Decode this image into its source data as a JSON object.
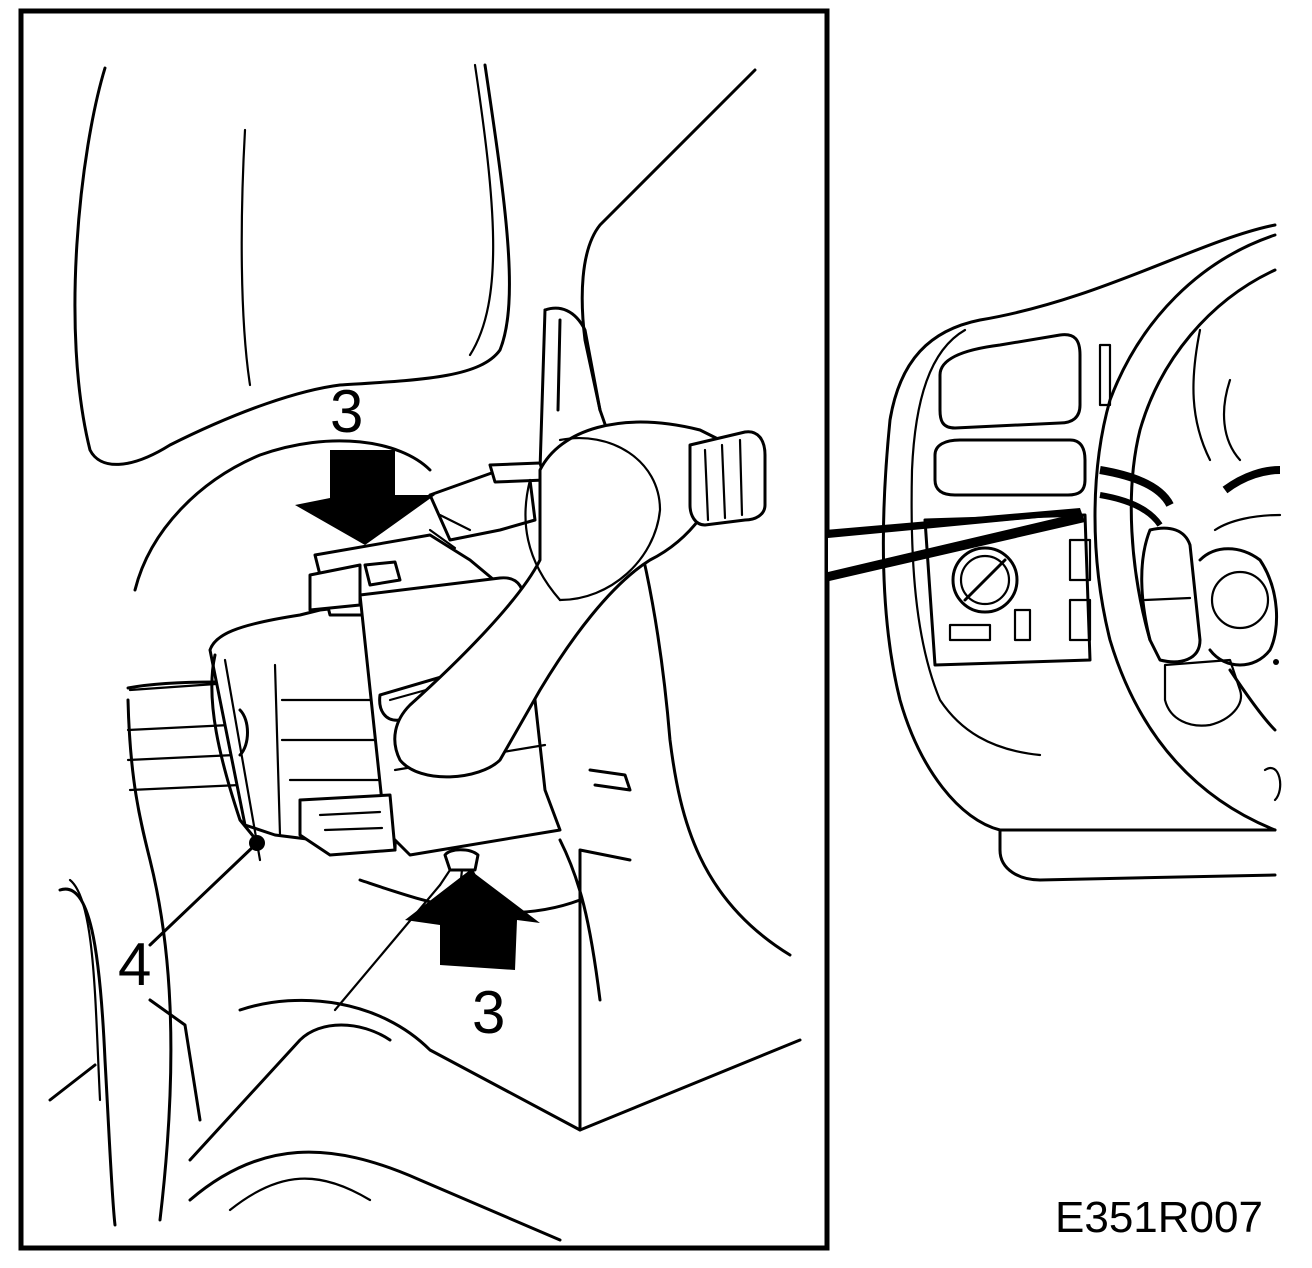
{
  "callouts": {
    "top_arrow_label": "3",
    "bottom_arrow_label": "3",
    "connector_label": "4"
  },
  "figure_code": "E351R007"
}
